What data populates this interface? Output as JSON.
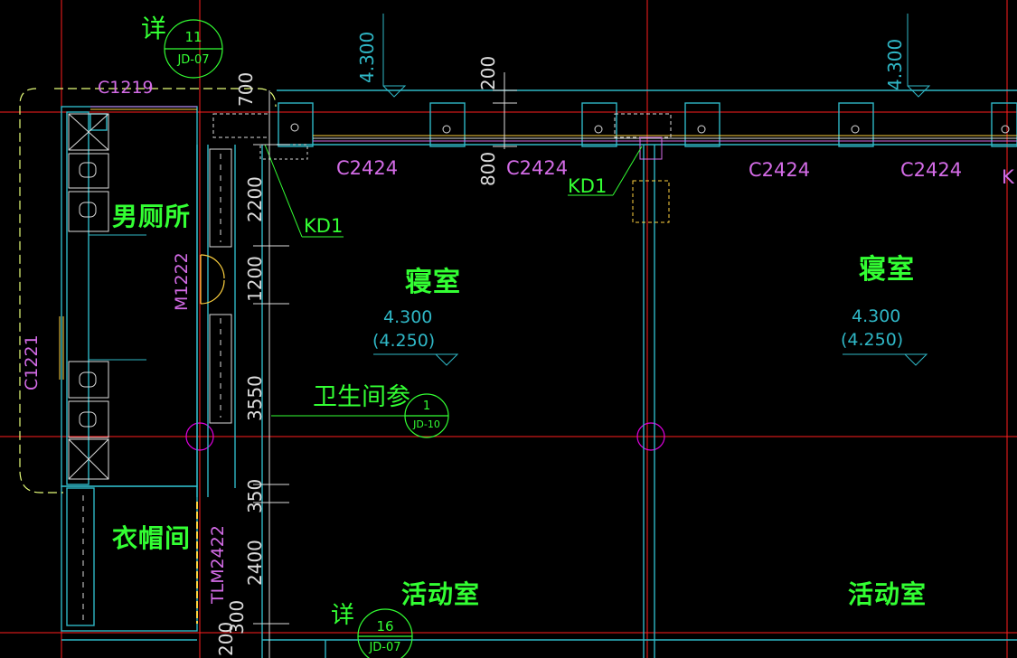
{
  "colors": {
    "background": "#000000",
    "axis": "#ff1e1e",
    "wall": "#2fb7c6",
    "annotation": "#33ff33",
    "window": "#d36be6",
    "dimension": "#dcdcdc",
    "door": "#ffd23f",
    "bubble": "#e000e0"
  },
  "rooms": {
    "mens_toilet": "男厕所",
    "cloakroom": "衣帽间",
    "dorm_left": "寝室",
    "dorm_right": "寝室",
    "activity_left": "活动室",
    "activity_right": "活动室"
  },
  "levels": {
    "left": {
      "value": "4.300",
      "paren": "(4.250)"
    },
    "right": {
      "value": "4.300",
      "paren": "(4.250)"
    },
    "top_left": "4.300",
    "top_right": "4.300"
  },
  "windows": {
    "c1219": "C1219",
    "c1221": "C1221",
    "c2424_a": "C2424",
    "c2424_b": "C2424",
    "c2424_c": "C2424",
    "c2424_d": "C2424"
  },
  "doors": {
    "m1222": "M1222",
    "tlm2422": "TLM2422"
  },
  "holes": {
    "kd1_left": "KD1",
    "kd1_mid": "KD1",
    "kd_edge": "K"
  },
  "dimensions": {
    "d700": "700",
    "d200": "200",
    "d800": "800",
    "d2200": "2200",
    "d1200": "1200",
    "d3550": "3550",
    "d350": "350",
    "d2400": "2400",
    "d200b": "200",
    "d300": "300"
  },
  "details": {
    "top": {
      "prefix": "详",
      "number": "11",
      "sheet": "JD-07"
    },
    "toilet": {
      "prefix": "卫生间参",
      "number": "1",
      "sheet": "JD-10"
    },
    "bottom": {
      "prefix": "详",
      "number": "16",
      "sheet": "JD-07"
    }
  }
}
